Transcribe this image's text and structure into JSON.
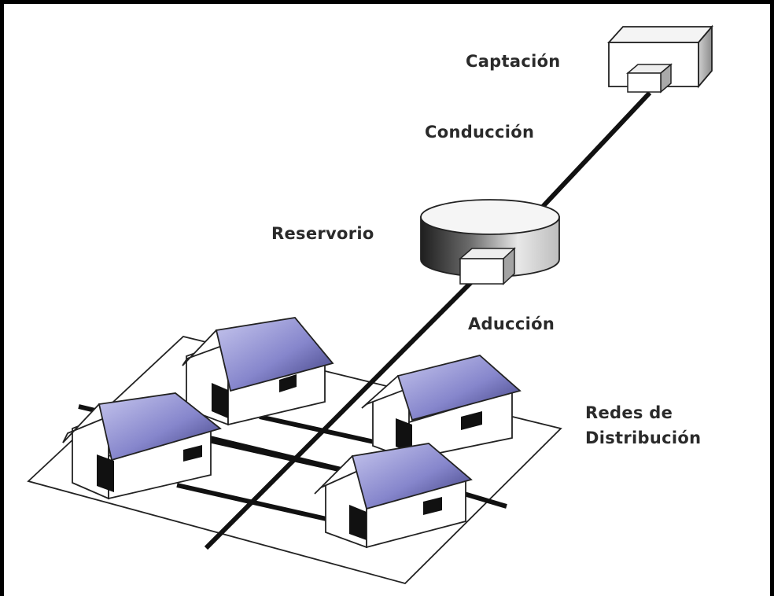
{
  "labels": {
    "captacion": "Captación",
    "conduccion": "Conducción",
    "reservorio": "Reservorio",
    "aduccion": "Aducción",
    "redes_line1": "Redes de",
    "redes_line2": "Distribución"
  },
  "colors": {
    "roof": "#8b8bd0",
    "roof_dark": "#3c3c80",
    "pipe": "#111111",
    "frame": "#000000"
  }
}
